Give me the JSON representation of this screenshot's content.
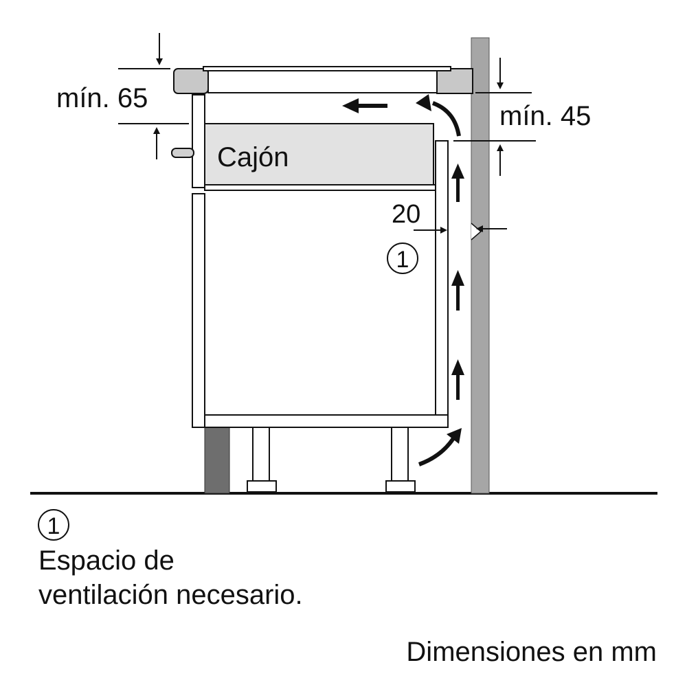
{
  "labels": {
    "top_clearance": "mín. 65",
    "back_clearance": "mín. 45",
    "drawer": "Cajón",
    "gap": "20",
    "marker": "1"
  },
  "legend": {
    "marker": "1",
    "line1": "Espacio de",
    "line2": "ventilación necesario."
  },
  "units_note": "Dimensiones en mm",
  "colors": {
    "outline": "#111111",
    "wall": "#a6a6a6",
    "dark_post": "#6e6e6e",
    "drawer_fill": "#e2e2e2",
    "hob_frame": "#c8c8c8"
  }
}
